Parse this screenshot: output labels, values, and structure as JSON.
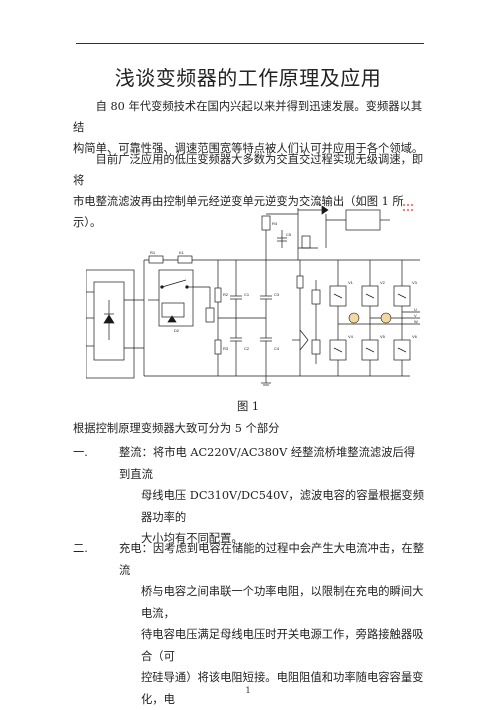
{
  "document": {
    "title": "浅谈变频器的工作原理及应用",
    "paragraphs": [
      [
        "自 80 年代变频技术在国内兴起以来并得到迅速发展。变频器以其结",
        "构简单、可靠性强、调速范围宽等特点被人们认可并应用于各个领域。"
      ],
      [
        "目前广泛应用的低压变频器大多数为交直交过程实现无级调速，即将",
        "市电整流滤波再由控制单元经逆变单元逆变为交流输出（如图 1 所示）。"
      ]
    ],
    "figure_caption": "图 1",
    "intro": "根据控制原理变频器大致可分为 5 个部分",
    "items": [
      {
        "num": "一.",
        "lines": [
          "整流：将市电 AC220V/AC380V 经整流桥堆整流滤波后得到直流",
          "母线电压  DC310V/DC540V，滤波电容的容量根据变频器功率的",
          "大小均有不同配置。"
        ]
      },
      {
        "num": "二.",
        "lines": [
          "充电：因考虑到电容在储能的过程中会产生大电流冲击，在整流",
          "桥与电容之间串联一个功率电阻，以限制在充电的瞬间大电流，",
          "待电容电压满足母线电压时开关电源工作，旁路接触器吸合（可",
          "控硅导通）将该电阻短接。电阻阻值和功率随电容容量变化，电"
        ]
      }
    ],
    "page_number": "1"
  },
  "figure": {
    "labels": {
      "k1": "K1",
      "r1": "R1",
      "r2": "R2",
      "r3": "R3",
      "r4": "R4",
      "c1": "C1",
      "c2": "C2",
      "c3": "C3",
      "c4": "C4",
      "c5": "C5",
      "d1": "D1",
      "d2": "D2",
      "v1": "V1",
      "v2": "V2",
      "v3": "V3",
      "v4": "V4",
      "v5": "V5",
      "v6": "V6",
      "u": "U",
      "v": "V",
      "w": "W"
    }
  }
}
